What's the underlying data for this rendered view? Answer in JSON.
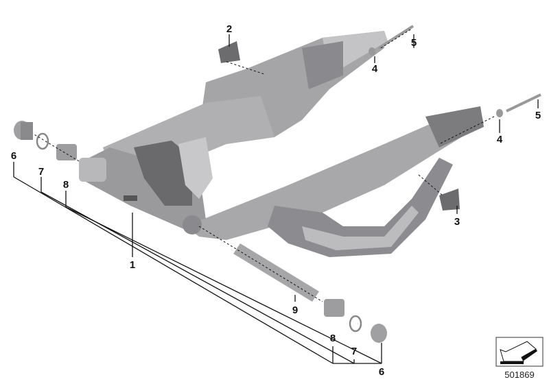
{
  "diagram_id": "501869",
  "callouts": [
    {
      "id": "c2",
      "text": "2"
    },
    {
      "id": "c5a",
      "text": "5"
    },
    {
      "id": "c4a",
      "text": "4"
    },
    {
      "id": "c5b",
      "text": "5"
    },
    {
      "id": "c4b",
      "text": "4"
    },
    {
      "id": "c3",
      "text": "3"
    },
    {
      "id": "c6a",
      "text": "6"
    },
    {
      "id": "c7a",
      "text": "7"
    },
    {
      "id": "c8a",
      "text": "8"
    },
    {
      "id": "c1",
      "text": "1"
    },
    {
      "id": "c9",
      "text": "9"
    },
    {
      "id": "c8b",
      "text": "8"
    },
    {
      "id": "c7b",
      "text": "7"
    },
    {
      "id": "c6b",
      "text": "6"
    }
  ],
  "colors": {
    "metal_light": "#b4b4b6",
    "metal_mid": "#8e8e91",
    "metal_dark": "#5f5f62",
    "line": "#111111"
  }
}
